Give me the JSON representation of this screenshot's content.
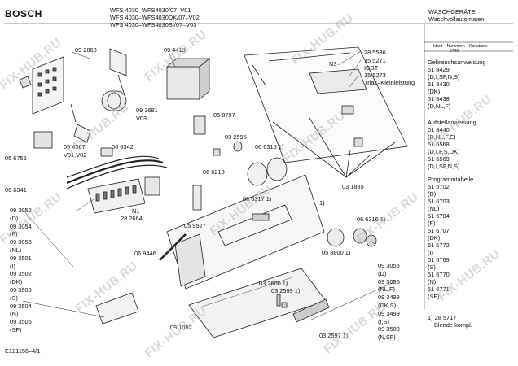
{
  "brand": "BOSCH",
  "models": [
    "WFS 4030–WFS4030/07–V01",
    "WFS 4030–WFS4030DK/07–V02",
    "WFS 4030–WFS4030SI/07–V03"
  ],
  "category": {
    "line1": "WASCHGERÄTE",
    "line2": "Waschvollautomaten"
  },
  "ident_label": "Ident – Nummern – Konstante",
  "ident_number": "3740",
  "right_blocks": [
    {
      "title": "Gebrauchsanweisung",
      "items": [
        "51 8429",
        "(D,I,SF,N,S)",
        "51 8430",
        "(DK)",
        "51 8438",
        "(D,NL,F)"
      ]
    },
    {
      "title": "Aufstellanweisung",
      "items": [
        "51 8440",
        "(D,NL,F,E)",
        "51 6568",
        "(D,I,F,S,DK)",
        "51 6569",
        "(D,I,SF,N,S)"
      ]
    },
    {
      "title": "Programmtabelle",
      "items": [
        "51 6702",
        "(D)",
        "51 6703",
        "(NL)",
        "51 6704",
        "(F)",
        "51 6707",
        "(DK)",
        "51 6772",
        "(I)",
        "51 6769",
        "(S)",
        "51 6770",
        "(N)",
        "51 6771",
        "(SF)"
      ]
    },
    {
      "title": "",
      "items": [
        "1) 28 5717",
        "Blende kompl."
      ]
    }
  ],
  "labels": {
    "p092868": "09 2868",
    "p094413": "09 4413",
    "p285536": "28 5536",
    "p155271": "15 5271",
    "pIGBT": "IGBT",
    "p155273": "15 5273",
    "pTriac": "Triac–Kleinleistung",
    "pN3": "N3",
    "p093681": "09 3681",
    "pV03": "V03",
    "p058797": "05 8797",
    "p056755": "05 6755",
    "p094567": "09 4567",
    "pV0102": "V01,V02",
    "p066342": "06 6342",
    "p032595": "03 2595",
    "p0663151": "06 6315 1)",
    "p066218": "06 6218",
    "p066341": "06 6341",
    "pN1": "N1",
    "p0663171": "06 6317 1)",
    "p031835": "03 1835",
    "p1a": "1)",
    "p0663161": "06 6316 1)",
    "p282664": "28 2664",
    "p059527": "05 9527",
    "p069446": "06 9446",
    "p0588001": "05 8800 1)",
    "p0326001": "03 2600 1)",
    "p0325991": "03 2599 1)",
    "p091092": "09 1092",
    "p0325971": "03 2597 1)",
    "footer": "E121156–4/1"
  },
  "left_list": [
    "09 3052",
    "(D)",
    "09 3054",
    "(F)",
    "09 3053",
    "(NL)",
    "09 3501",
    "(I)",
    "09 3502",
    "(DK)",
    "09 3503",
    "(S)",
    "09 3504",
    "(N)",
    "09 3505",
    "(SF)"
  ],
  "mid_list": [
    "09 3055",
    "(D)",
    "09 3056",
    "(NL,F)",
    "09 3498",
    "(DK,S)",
    "09 3499",
    "(I,S)",
    "09 3500",
    "(N,SF)"
  ],
  "watermark": "FIX-HUB.RU"
}
